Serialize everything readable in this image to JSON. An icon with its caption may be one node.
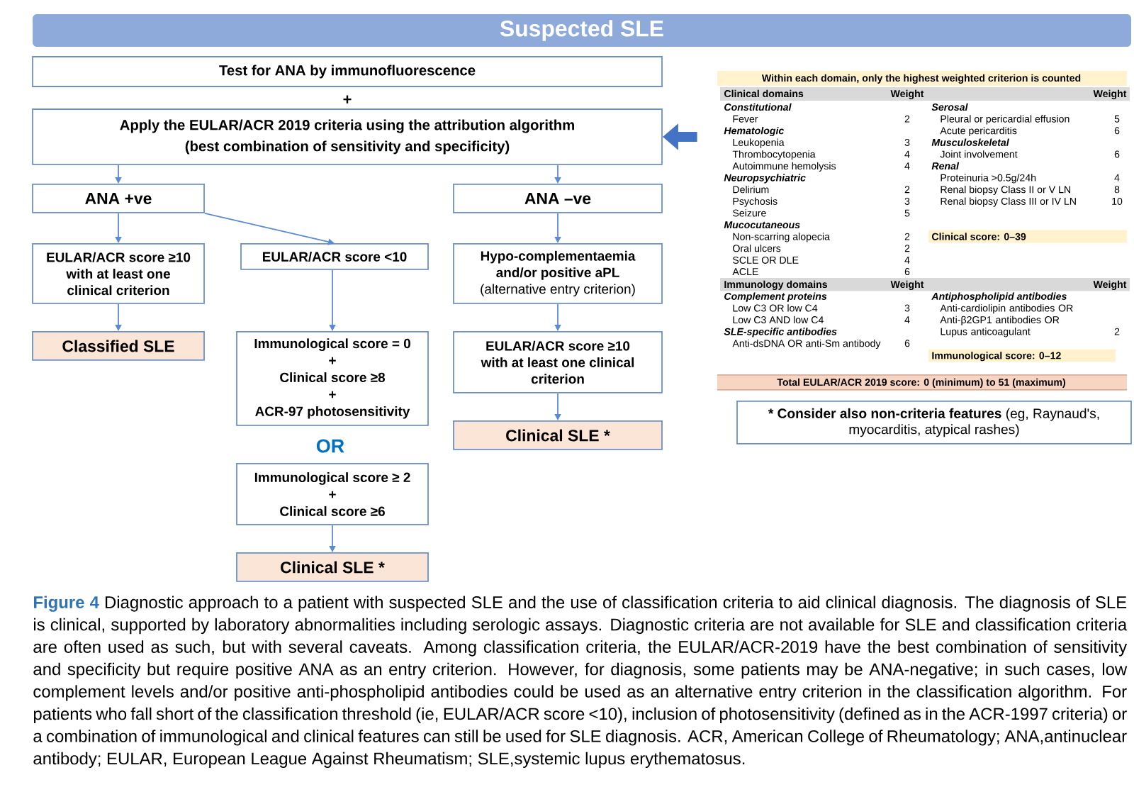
{
  "diagram": {
    "title": "Suspected SLE",
    "nodes": [
      {
        "text": [
          "Test for ANA by immunofluorescence"
        ]
      },
      {
        "text": [
          "Apply the EULAR/ACR 2019 criteria using the attribution algorithm",
          "(best combination of sensitivity and specificity)"
        ]
      },
      {
        "text": [
          "ANA +ve"
        ]
      },
      {
        "text": [
          "ANA –ve"
        ]
      },
      {
        "text": [
          "EULAR/ACR score ≥10 with at least one clinical criterion"
        ]
      },
      {
        "text": [
          "EULAR/ACR score <10"
        ]
      },
      {
        "text": [
          "Hypo-complementaemia and/or positive aPL",
          "(alternative entry criterion)"
        ]
      },
      {
        "text": [
          "Classified SLE"
        ]
      },
      {
        "text": [
          "Immunological score = 0",
          "+",
          "Clinical score ≥8",
          "+",
          "ACR-97 photosensitivity"
        ]
      },
      {
        "text": [
          "EULAR/ACR score ≥10 with at least one clinical criterion"
        ]
      },
      {
        "text": [
          "Clinical SLE *"
        ]
      },
      {
        "text": [
          "Immunological score ≥ 2",
          "+",
          "Clinical score ≥6"
        ]
      },
      {
        "text": [
          "Clinical SLE *"
        ]
      },
      {
        "text": [
          "Within each domain, only the highest weighted criterion is counted",
          "Clinical domains",
          "Weight",
          "Weight",
          "Constitutional",
          "Serosal",
          "Fever",
          "2",
          "Pleural or pericardial effusion",
          "5",
          "Hematologic",
          "Acute pericarditis",
          "6",
          "Leukopenia",
          "3",
          "Musculoskeletal",
          "Thrombocytopenia",
          "4",
          "Joint involvement",
          "6",
          "Autoimmune hemolysis",
          "4",
          "Renal",
          "Neuropsychiatric",
          "Proteinuria >0.5g/24h",
          "4",
          "Delirium",
          "2",
          "Renal biopsy Class II or V LN",
          "8",
          "Psychosis",
          "3",
          "Renal biopsy Class III or IV LN",
          "10",
          "Seizure",
          "5",
          "Mucocutaneous",
          "Non-scarring alopecia",
          "2",
          "Clinical score: 0–39",
          "Oral ulcers",
          "2",
          "SCLE OR DLE",
          "4",
          "ACLE",
          "6",
          "Immunology domains",
          "Weight",
          "Weight",
          "Complement proteins",
          "Antiphospholipid antibodies",
          "Low C3 OR low C4",
          "3",
          "Low C3 AND low C4",
          "4",
          "SLE-specific antibodies",
          "Anti-cardiolipin antibodies OR Anti-β2GP1 antibodies OR Lupus anticoagulant",
          "2",
          "Anti-dsDNA OR anti-Sm antibody",
          "6",
          "Immunological score: 0–12",
          "Total EULAR/ACR 2019 score: 0 (minimum) to 51 (maximum)"
        ]
      },
      {
        "text": [
          "* Consider also non-criteria features",
          "(eg, Raynaud's, myocarditis, atypical rashes)"
        ]
      }
    ],
    "edges": [
      {
        "from": 1,
        "to": 2,
        "arrow": "to"
      },
      {
        "from": 1,
        "to": 3,
        "arrow": "to"
      },
      {
        "from": 2,
        "to": 4,
        "arrow": "to"
      },
      {
        "from": 2,
        "to": 5,
        "arrow": "to"
      },
      {
        "from": 3,
        "to": 6,
        "arrow": "to"
      },
      {
        "from": 4,
        "to": 7,
        "arrow": "to"
      },
      {
        "from": 5,
        "to": 8,
        "arrow": "to"
      },
      {
        "from": 6,
        "to": 9,
        "arrow": "to"
      },
      {
        "from": 9,
        "to": 10,
        "arrow": "to"
      },
      {
        "from": 11,
        "to": 12,
        "arrow": "to"
      },
      {
        "from": 13,
        "to": 1,
        "arrow": "to",
        "style": "thick",
        "color": "#4472c4"
      }
    ],
    "labels": [
      "+",
      "OR"
    ],
    "caption": "**Figure 4** Diagnostic approach to a patient with suspected SLE and the use of classification criteria to aid clinical diagnosis. The diagnosis of SLE is clinical, supported by laboratory abnormalities including serologic assays. Diagnostic criteria are not available for SLE and classification criteria are often used as such, but with several caveats. Among classification criteria, the EULAR/ACR-2019 have the best combination of sensitivity and specificity but require positive ANA as an entry criterion. However, for diagnosis, some patients may be ANA-negative; in such cases, low complement levels and/or positive anti-phospholipid antibodies could be used as an alternative entry criterion in the classification algorithm. For patients who fall short of the classification threshold (ie, EULAR/ACR score <10), inclusion of photosensitivity (defined as in the ACR-1997 criteria) or a combination of immunological and clinical features can still be used for SLE diagnosis. ACR, American College of Rheumatology; ANA,antinuclear antibody; EULAR, European League Against Rheumatism; SLE,systemic lupus erythematosus."
  }
}
